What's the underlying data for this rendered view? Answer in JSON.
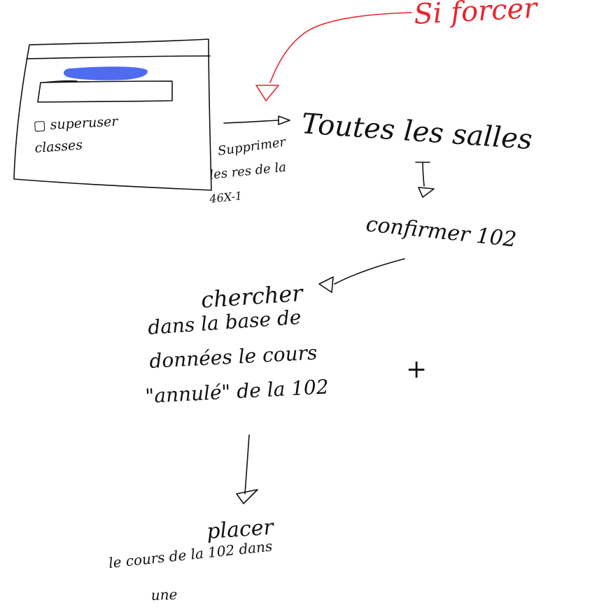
{
  "colors": {
    "ink": "#111111",
    "red_ink": "#e8262e",
    "highlight": "#4f6cf0",
    "background": "#ffffff"
  },
  "mockup": {
    "checkbox_text": "▢ superuser",
    "classes_text": "classes"
  },
  "notes": {
    "si_forcer": "Si forcer",
    "toutes_les_salles": "Toutes les salles",
    "supprimer_line1": "Supprimer",
    "supprimer_line2": "les res de la",
    "supprimer_line3": "46X-1",
    "confirmer": "confirmer 102",
    "chercher_line1": "chercher",
    "chercher_line2": "dans la base de",
    "chercher_line3": "données le cours",
    "chercher_line4": "\"annulé\" de la 102",
    "plus": "+",
    "placer_line1": "placer",
    "placer_line2": "le cours de la 102 dans",
    "placer_line3": "une"
  }
}
